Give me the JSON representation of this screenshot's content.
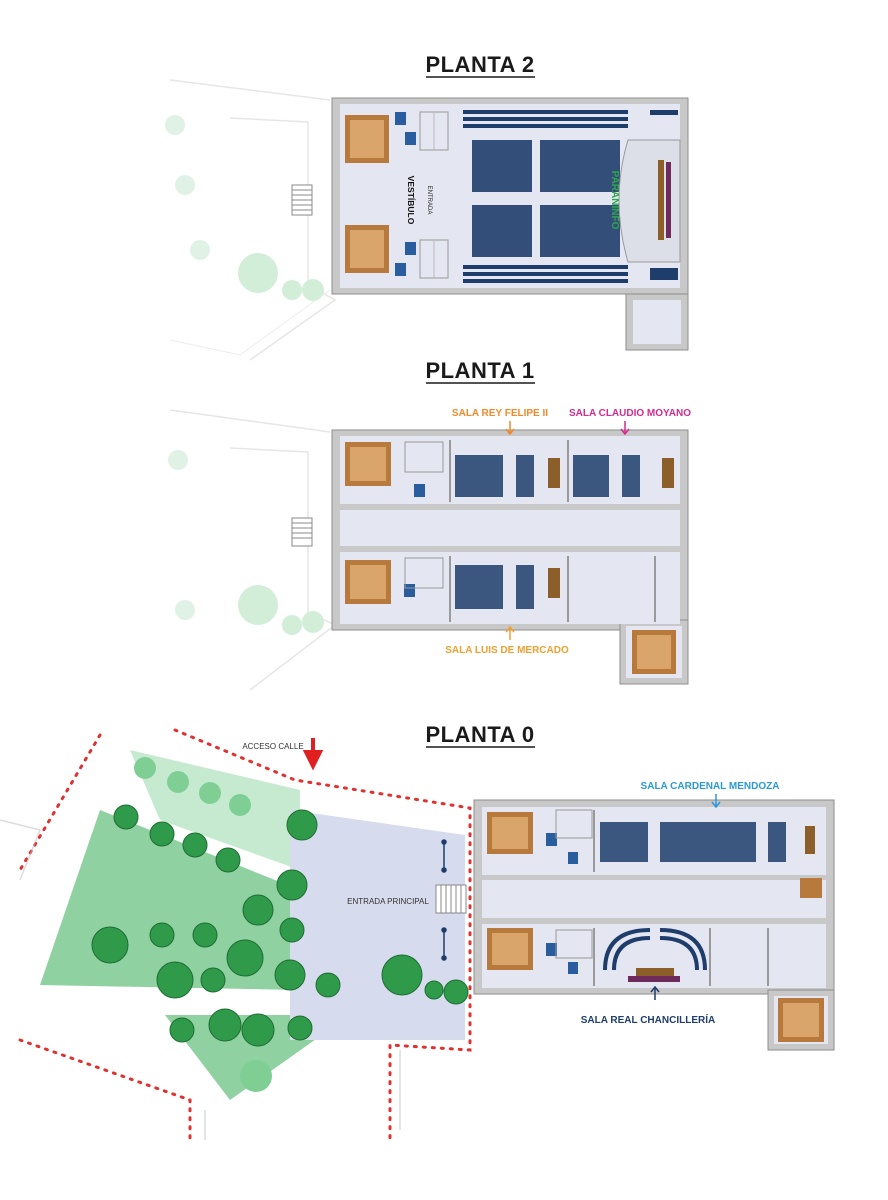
{
  "colors": {
    "wall": "#9a9a9a",
    "wall_fill": "#c8c8c8",
    "floor": "#e4e6f2",
    "seat": "#1f3d6b",
    "stage": "#dcdee8",
    "tree": "#2e9a4a",
    "lawn": "#8fd1a1",
    "plaza": "#d7dbee",
    "path_line": "#e03030",
    "stairs": "#b87a3c",
    "lift": "#2a5d9e"
  },
  "floors": [
    {
      "title": "PLANTA 2",
      "labels": {
        "vestibulo": "VESTÍBULO",
        "paraninfo": "PARANINFO",
        "entrada": "ENTRADA"
      },
      "paraninfo_color": "#2aa84a"
    },
    {
      "title": "PLANTA 1",
      "rooms": [
        {
          "name": "SALA REY FELIPE II",
          "color": "#f08a2a"
        },
        {
          "name": "SALA CLAUDIO MOYANO",
          "color": "#d62a90"
        },
        {
          "name": "SALA LUIS DE MERCADO",
          "color": "#f0a030"
        }
      ]
    },
    {
      "title": "PLANTA 0",
      "labels": {
        "acceso": "ACCESO CALLE",
        "entrada": "ENTRADA PRINCIPAL"
      },
      "acceso_arrow_color": "#e02020",
      "rooms": [
        {
          "name": "SALA CARDENAL MENDOZA",
          "color": "#2a9ad6"
        },
        {
          "name": "SALA REAL CHANCILLERÍA",
          "color": "#1f3d6b"
        }
      ]
    }
  ],
  "icons": [
    "stairs-icon",
    "lift-icon",
    "toilet-icon",
    "tree-icon",
    "arrow-down-icon"
  ]
}
